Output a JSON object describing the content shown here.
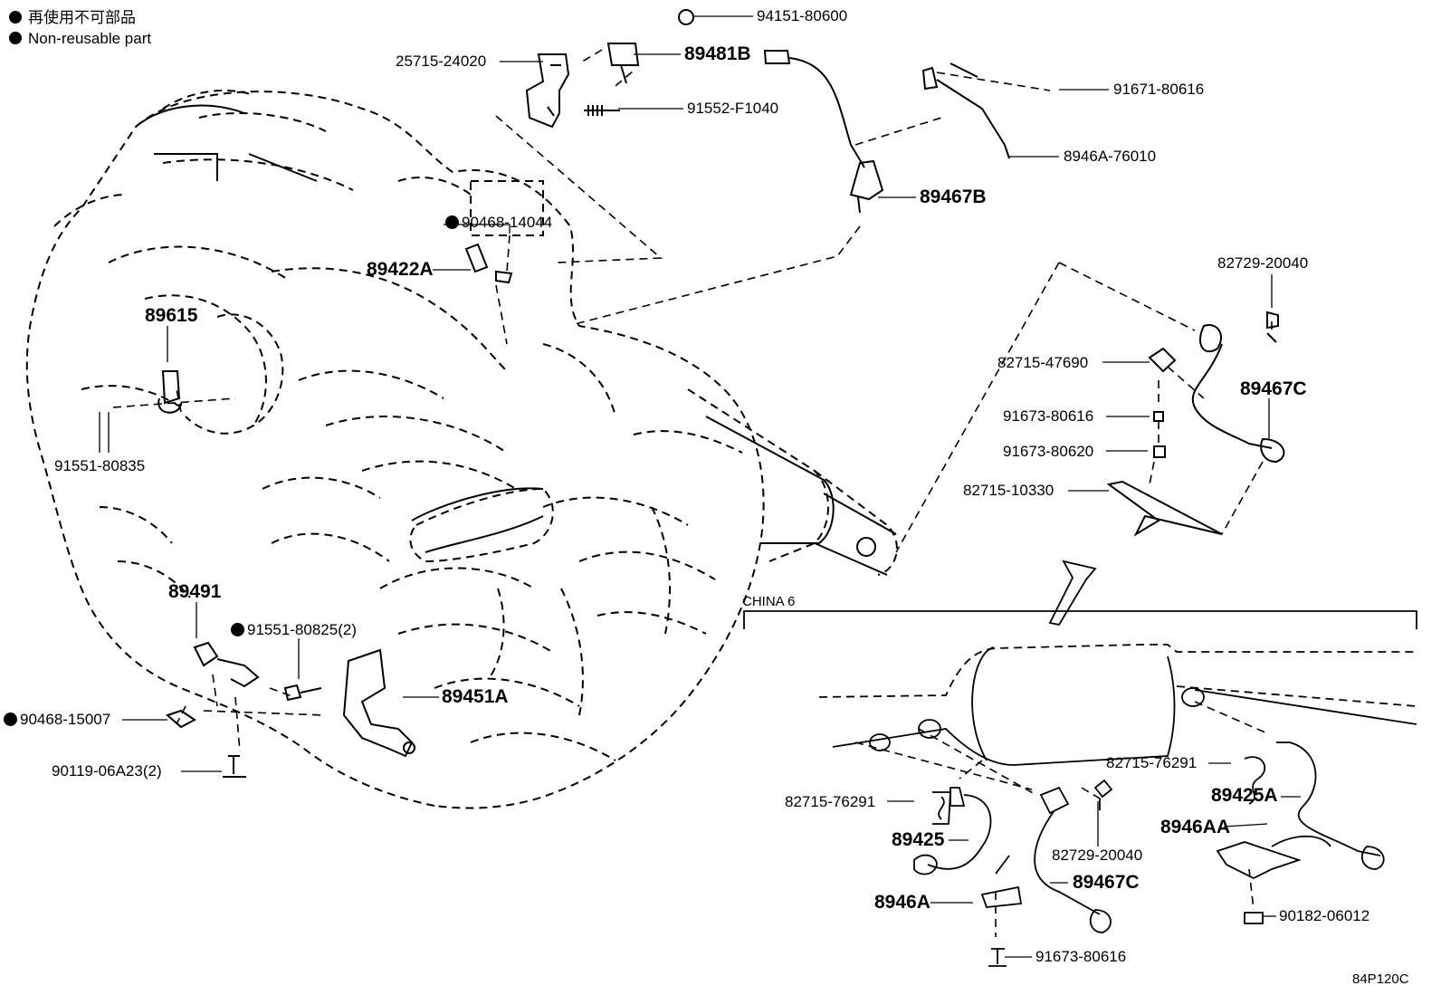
{
  "legend": {
    "items": [
      {
        "symbol": "black-dot",
        "text": "再使用不可部品"
      },
      {
        "symbol": "black-dot",
        "text": "Non-reusable part"
      }
    ]
  },
  "section_label": "CHINA 6",
  "diagram_code": "84P120C",
  "parts": {
    "p94151": "94151-80600",
    "p89481B": "89481B",
    "p25715": "25715-24020",
    "p91552": "91552-F1040",
    "p91671": "91671-80616",
    "p8946A76010": "8946A-76010",
    "p89467B": "89467B",
    "p90468_14044": "90468-14044",
    "p89422A": "89422A",
    "p89615": "89615",
    "p91551_80835": "91551-80835",
    "p82729_top": "82729-20040",
    "p82715_47690": "82715-47690",
    "p89467C_top": "89467C",
    "p91673_80616_a": "91673-80616",
    "p91673_80620": "91673-80620",
    "p82715_10330": "82715-10330",
    "p89491": "89491",
    "p91551_80825": "91551-80825(2)",
    "p89451A": "89451A",
    "p90468_15007": "90468-15007",
    "p90119": "90119-06A23(2)",
    "p82715_76291_r": "82715-76291",
    "p89425A": "89425A",
    "p8946AA": "8946AA",
    "p90182": "90182-06012",
    "p82715_76291_l": "82715-76291",
    "p89425": "89425",
    "p82729_bot": "82729-20040",
    "p89467C_bot": "89467C",
    "p8946A": "8946A",
    "p91673_80616_b": "91673-80616"
  }
}
